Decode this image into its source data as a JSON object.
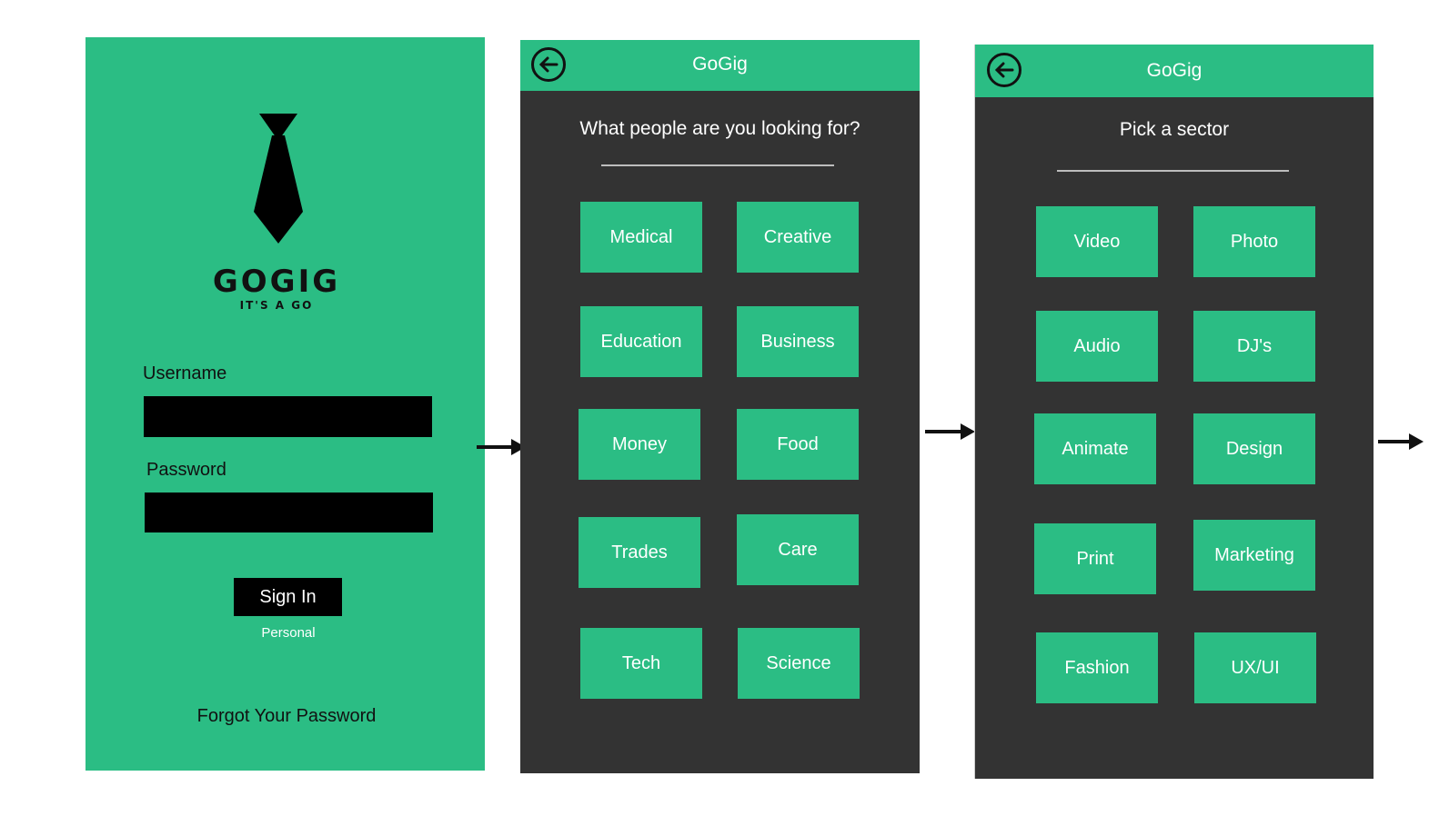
{
  "login": {
    "brand_name": "GOGIG",
    "brand_tagline": "IT'S A GO",
    "username_label": "Username",
    "password_label": "Password",
    "sign_in_label": "Sign In",
    "account_type": "Personal",
    "forgot_label": "Forgot Your Password"
  },
  "screen2": {
    "title": "GoGig",
    "prompt": "What people are you looking for?",
    "categories": [
      "Medical",
      "Creative",
      "Education",
      "Business",
      "Money",
      "Food",
      "Trades",
      "Care",
      "Tech",
      "Science"
    ]
  },
  "screen3": {
    "title": "GoGig",
    "prompt": "Pick a sector",
    "sectors": [
      "Video",
      "Photo",
      "Audio",
      "DJ's",
      "Animate",
      "Design",
      "Print",
      "Marketing",
      "Fashion",
      "UX/UI"
    ]
  },
  "colors": {
    "accent": "#2bbd84",
    "dark_bg": "#333333",
    "field_bg": "#000000"
  },
  "icons": [
    "necktie-icon",
    "back-arrow-icon",
    "flow-arrow-icon"
  ]
}
